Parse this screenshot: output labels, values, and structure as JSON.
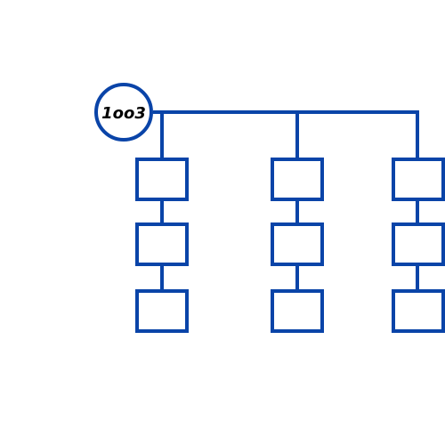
{
  "diagram": {
    "badge_label": "1oo3",
    "colors": {
      "stroke": "#0a44a8",
      "fill": "#ffffff",
      "text": "#000000"
    },
    "structure": {
      "channels": 3,
      "elements_per_channel": 3
    }
  }
}
